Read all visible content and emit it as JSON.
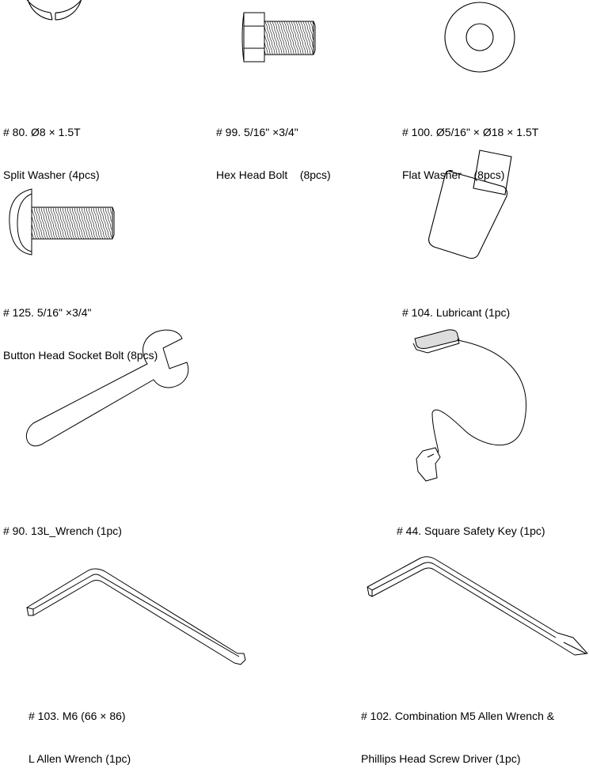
{
  "parts": [
    {
      "line1": "# 80. Ø8 × 1.5T",
      "line2": "Split Washer (4pcs)",
      "icon": "split-washer-icon"
    },
    {
      "line1": "# 99. 5/16\" ×3/4\"",
      "line2": "Hex Head Bolt    (8pcs)",
      "icon": "hex-head-bolt-icon"
    },
    {
      "line1": "# 100. Ø5/16\" × Ø18 × 1.5T",
      "line2": "Flat Washer    (8pcs)",
      "icon": "flat-washer-icon"
    },
    {
      "line1": "# 125. 5/16\" ×3/4\"",
      "line2": "Button Head Socket Bolt (8pcs)",
      "icon": "button-head-socket-bolt-icon"
    },
    {
      "line1": "# 104. Lubricant (1pc)",
      "line2": "",
      "icon": "lubricant-bottle-icon"
    },
    {
      "line1": "# 90. 13L_Wrench (1pc)",
      "line2": "",
      "icon": "wrench-icon"
    },
    {
      "line1": "# 44. Square Safety Key (1pc)",
      "line2": "",
      "icon": "safety-key-icon"
    },
    {
      "line1": "# 103. M6 (66 × 86)",
      "line2": "L Allen Wrench (1pc)",
      "icon": "l-allen-wrench-icon"
    },
    {
      "line1": "# 102. Combination M5 Allen Wrench &",
      "line2": "Phillips Head Screw Driver (1pc)",
      "icon": "combination-screwdriver-icon"
    }
  ]
}
